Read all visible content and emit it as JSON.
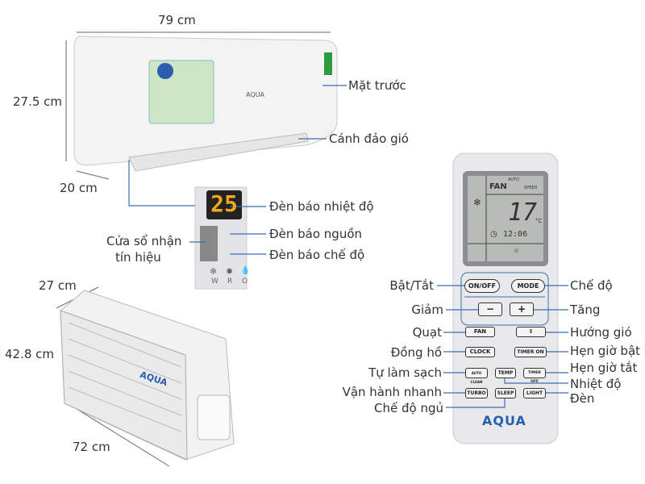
{
  "indoor_unit": {
    "width": "79 cm",
    "height": "27.5 cm",
    "depth": "20 cm",
    "brand": "AQUA",
    "labels": {
      "front_panel": "Mặt trước",
      "louver": "Cánh đảo gió",
      "temp_indicator": "Đèn báo nhiệt độ",
      "power_indicator": "Đèn báo nguồn",
      "mode_indicator": "Đèn báo chế độ",
      "receiver_window_line1": "Cửa sổ nhận",
      "receiver_window_line2": "tín hiệu"
    },
    "display": {
      "temperature": "25",
      "mode_letters": [
        "W",
        "R",
        "O"
      ]
    }
  },
  "outdoor_unit": {
    "depth": "27 cm",
    "height": "42.8 cm",
    "width": "72 cm",
    "brand": "AQUA"
  },
  "remote": {
    "brand": "AQUA",
    "lcd": {
      "fan": "FAN",
      "auto": "AUTO",
      "speed": "SPEED",
      "temperature": "17",
      "unit": "°C",
      "clock": "12:06"
    },
    "buttons": {
      "onoff": "ON/OFF",
      "mode": "MODE",
      "minus": "−",
      "plus": "+",
      "fan": "FAN",
      "swing": "⇕",
      "clock": "CLOCK",
      "timer_on": "TIMER ON",
      "auto_clean": "AUTO CLEAN",
      "temp": "TEMP",
      "timer_off": "TIMER OFF",
      "turbo": "TURBO",
      "sleep": "SLEEP",
      "light": "LIGHT"
    },
    "labels": {
      "onoff": "Bật/Tắt",
      "mode": "Chế độ",
      "minus": "Giảm",
      "plus": "Tăng",
      "fan": "Quạt",
      "swing": "Hướng gió",
      "clock": "Đồng hồ",
      "timer_on": "Hẹn giờ bật",
      "auto_clean": "Tự làm sạch",
      "timer_off": "Hẹn giờ tắt",
      "temp": "Nhiệt độ",
      "turbo": "Vận hành nhanh",
      "light": "Đèn",
      "sleep": "Chế độ ngủ"
    }
  },
  "colors": {
    "line": "#3b6db4",
    "text": "#333333",
    "brand": "#2a5db0"
  }
}
